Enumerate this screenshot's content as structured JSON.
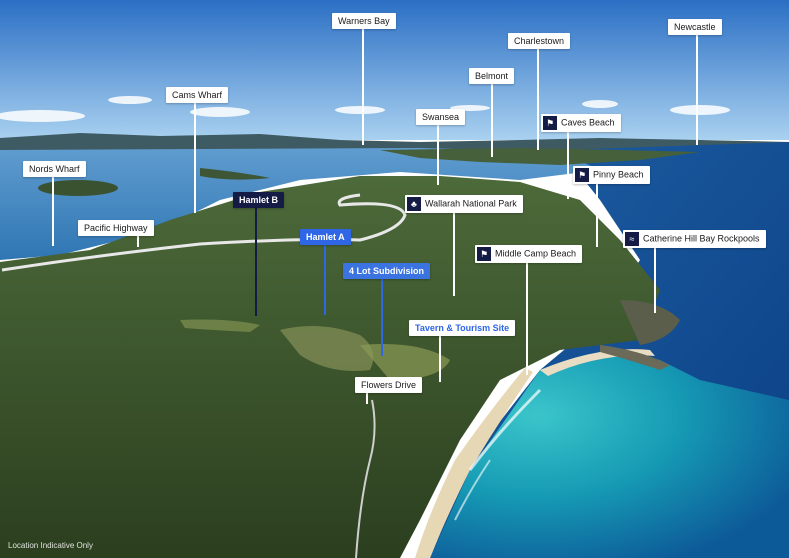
{
  "map": {
    "labels": {
      "warners_bay": "Warners Bay",
      "newcastle": "Newcastle",
      "charlestown": "Charlestown",
      "belmont": "Belmont",
      "cams_wharf": "Cams Wharf",
      "swansea": "Swansea",
      "caves_beach": "Caves Beach",
      "nords_wharf": "Nords Wharf",
      "pinny_beach": "Pinny Beach",
      "hamlet_b": "Hamlet B",
      "wallarah_np": "Wallarah National Park",
      "pacific_highway": "Pacific Highway",
      "hamlet_a": "Hamlet A",
      "catherine_hill_bay": "Catherine Hill Bay Rockpools",
      "middle_camp_beach": "Middle Camp Beach",
      "four_lot": "4 Lot Subdivision",
      "tavern": "Tavern & Tourism Site",
      "flowers_drive": "Flowers Drive"
    },
    "icons": {
      "caves_beach": "beach-icon",
      "pinny_beach": "beach-icon",
      "middle_camp_beach": "beach-icon",
      "wallarah_np": "tree-icon",
      "catherine_hill_bay": "rockpool-icon"
    },
    "footnote": "Location Indicative Only",
    "colors": {
      "dark_label": "#141b45",
      "blue_label": "#2f66e6"
    }
  }
}
